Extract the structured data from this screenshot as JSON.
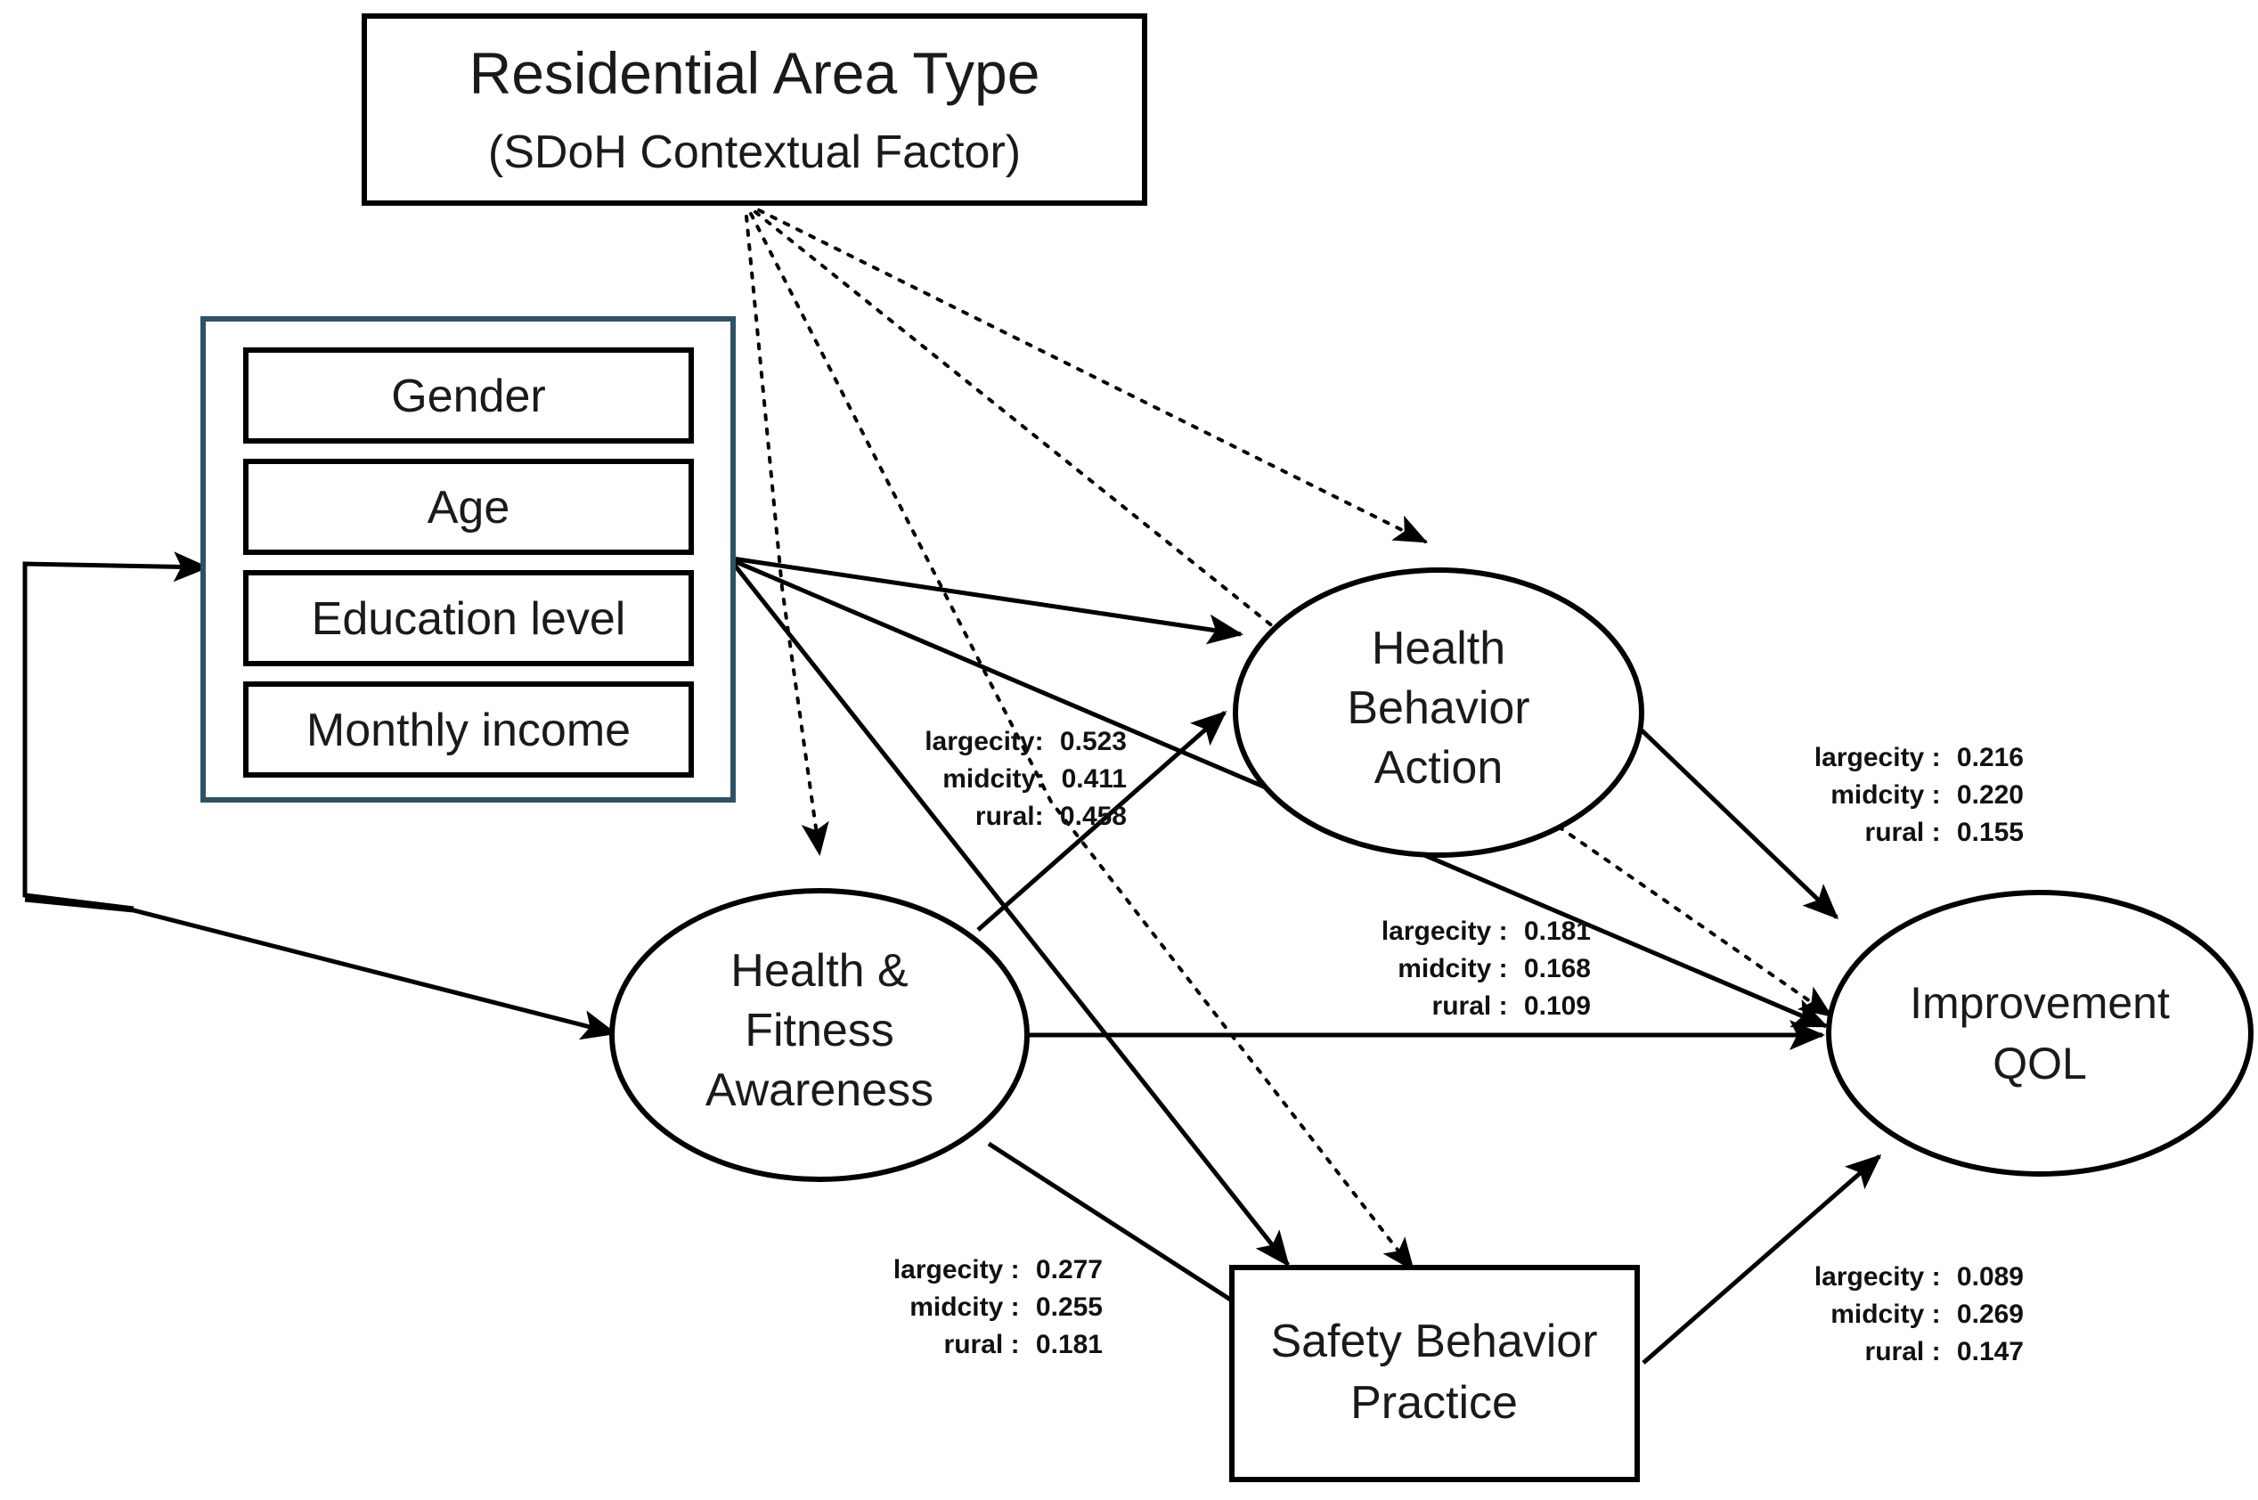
{
  "diagram": {
    "moderator": {
      "title": "Residential Area Type",
      "subtitle": "(SDoH Contextual Factor)"
    },
    "covariates": {
      "items": [
        {
          "label": "Gender"
        },
        {
          "label": "Age"
        },
        {
          "label": "Education level"
        },
        {
          "label": "Monthly income"
        }
      ]
    },
    "nodes": {
      "awareness": {
        "line1": "Health &",
        "line2": "Fitness",
        "line3": "Awareness"
      },
      "behavior": {
        "line1": "Health",
        "line2": "Behavior",
        "line3": "Action"
      },
      "safety": {
        "line1": "Safety Behavior",
        "line2": "Practice"
      },
      "qol": {
        "line1": "Improvement",
        "line2": "QOL"
      }
    },
    "coefficients": [
      {
        "id": "awareness-to-behavior",
        "rows": [
          {
            "group": "largecity:",
            "value": "0.523"
          },
          {
            "group": "midcity:",
            "value": "0.411"
          },
          {
            "group": "rural:",
            "value": "0.458"
          }
        ]
      },
      {
        "id": "behavior-to-qol",
        "rows": [
          {
            "group": "largecity :",
            "value": "0.216"
          },
          {
            "group": "midcity :",
            "value": "0.220"
          },
          {
            "group": "rural :",
            "value": "0.155"
          }
        ]
      },
      {
        "id": "awareness-to-qol",
        "rows": [
          {
            "group": "largecity :",
            "value": "0.181"
          },
          {
            "group": "midcity :",
            "value": "0.168"
          },
          {
            "group": "rural :",
            "value": "0.109"
          }
        ]
      },
      {
        "id": "awareness-to-safety",
        "rows": [
          {
            "group": "largecity :",
            "value": "0.277"
          },
          {
            "group": "midcity :",
            "value": "0.255"
          },
          {
            "group": "rural :",
            "value": "0.181"
          }
        ]
      },
      {
        "id": "safety-to-qol",
        "rows": [
          {
            "group": "largecity :",
            "value": "0.089"
          },
          {
            "group": "midcity :",
            "value": "0.269"
          },
          {
            "group": "rural :",
            "value": "0.147"
          }
        ]
      }
    ],
    "colors": {
      "stroke": "#000000",
      "covariate_border": "#2e5266",
      "text": "#1a1a1a",
      "background": "#ffffff"
    }
  }
}
